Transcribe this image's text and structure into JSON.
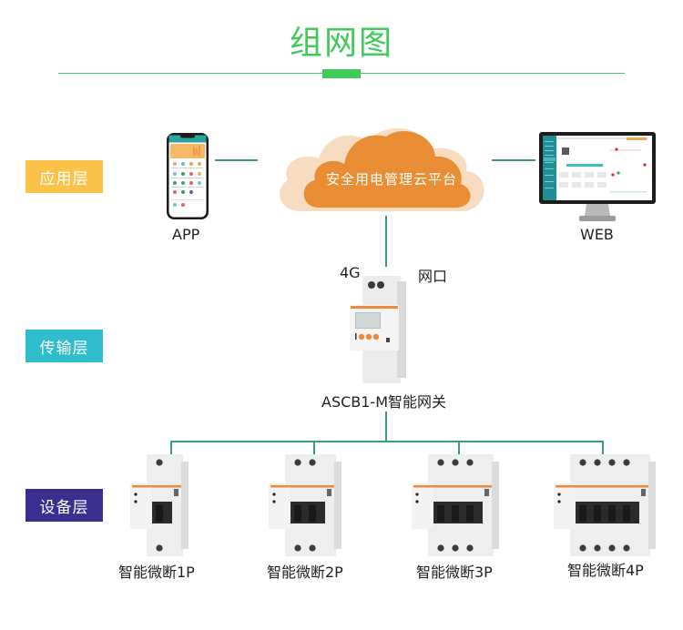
{
  "title": "组网图",
  "colors": {
    "title_green": "#3fca5a",
    "connector": "#3a9e77",
    "application_layer": "#fcc34a",
    "transport_layer": "#2fbccb",
    "device_layer": "#3a2f8f",
    "cloud_front": "#e98e35",
    "cloud_back": "#f7dcc2"
  },
  "layers": [
    {
      "label": "应用层",
      "icon": "none"
    },
    {
      "label": "传输层",
      "icon": "none"
    },
    {
      "label": "设备层",
      "icon": "none"
    }
  ],
  "application": {
    "app_label": "APP",
    "app_icon": "smartphone-icon",
    "cloud_label": "安全用电管理云平台",
    "cloud_icon": "cloud-icon",
    "web_label": "WEB",
    "web_icon": "monitor-icon"
  },
  "transport": {
    "left_link_label": "4G",
    "right_link_label": "网口",
    "gateway_label": "ASCB1-M智能网关",
    "gateway_icon": "din-rail-gateway-icon"
  },
  "devices": [
    {
      "label": "智能微断1P",
      "poles": 1,
      "icon": "breaker-icon"
    },
    {
      "label": "智能微断2P",
      "poles": 2,
      "icon": "breaker-icon"
    },
    {
      "label": "智能微断3P",
      "poles": 3,
      "icon": "breaker-icon"
    },
    {
      "label": "智能微断4P",
      "poles": 4,
      "icon": "breaker-icon"
    }
  ]
}
